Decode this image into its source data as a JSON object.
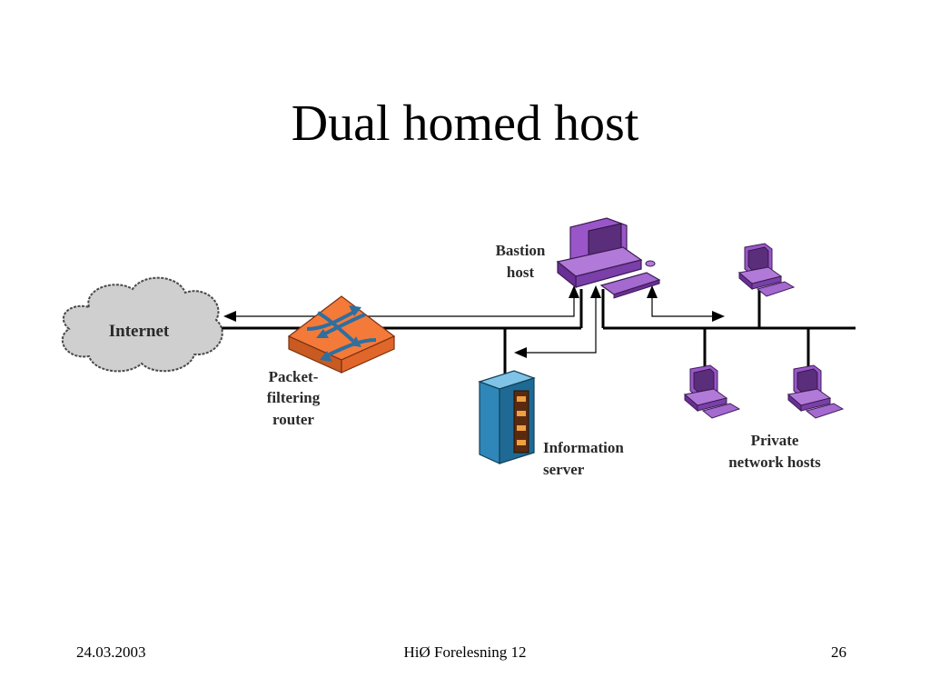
{
  "slide": {
    "title": "Dual homed host"
  },
  "diagram": {
    "labels": {
      "internet": "Internet",
      "router_line1": "Packet-",
      "router_line2": "filtering",
      "router_line3": "router",
      "bastion_line1": "Bastion",
      "bastion_line2": "host",
      "info_line1": "Information",
      "info_line2": "server",
      "private_line1": "Private",
      "private_line2": "network hosts"
    },
    "colors": {
      "cloud": "#cfcfcf",
      "router": "#f47a3a",
      "router_arrows": "#2e6fa0",
      "computer": "#9a56c9",
      "server": "#2e87b8",
      "lines": "#000000"
    }
  },
  "footer": {
    "date": "24.03.2003",
    "center": "HiØ Forelesning 12",
    "page": "26"
  }
}
